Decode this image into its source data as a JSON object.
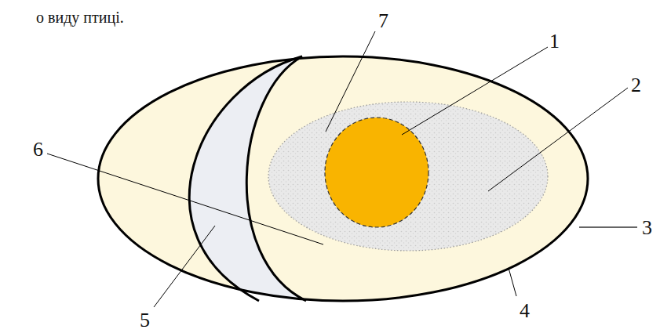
{
  "diagram": {
    "labels": [
      "о виду птиці.",
      "7",
      "1",
      "2",
      "3",
      "6",
      "5",
      "4"
    ]
  }
}
